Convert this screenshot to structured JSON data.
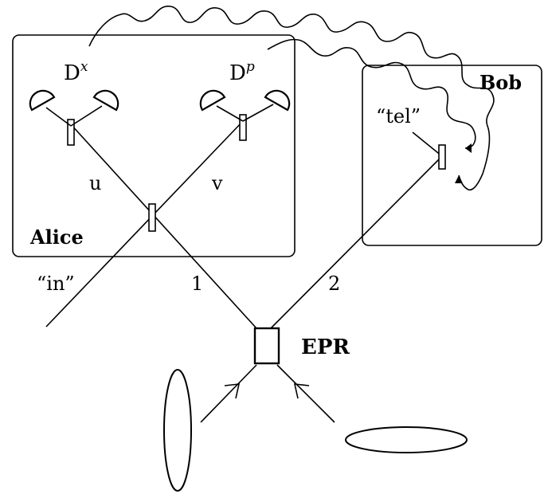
{
  "labels": {
    "alice": "Alice",
    "bob": "Bob",
    "epr": "EPR",
    "dx_base": "D",
    "dx_sup": "x",
    "dp_base": "D",
    "dp_sup": "p",
    "u": "u",
    "v": "v",
    "in": "“in”",
    "tel": "“tel”",
    "beam1": "1",
    "beam2": "2"
  },
  "colors": {
    "ink": "#000000",
    "paper": "#ffffff"
  }
}
